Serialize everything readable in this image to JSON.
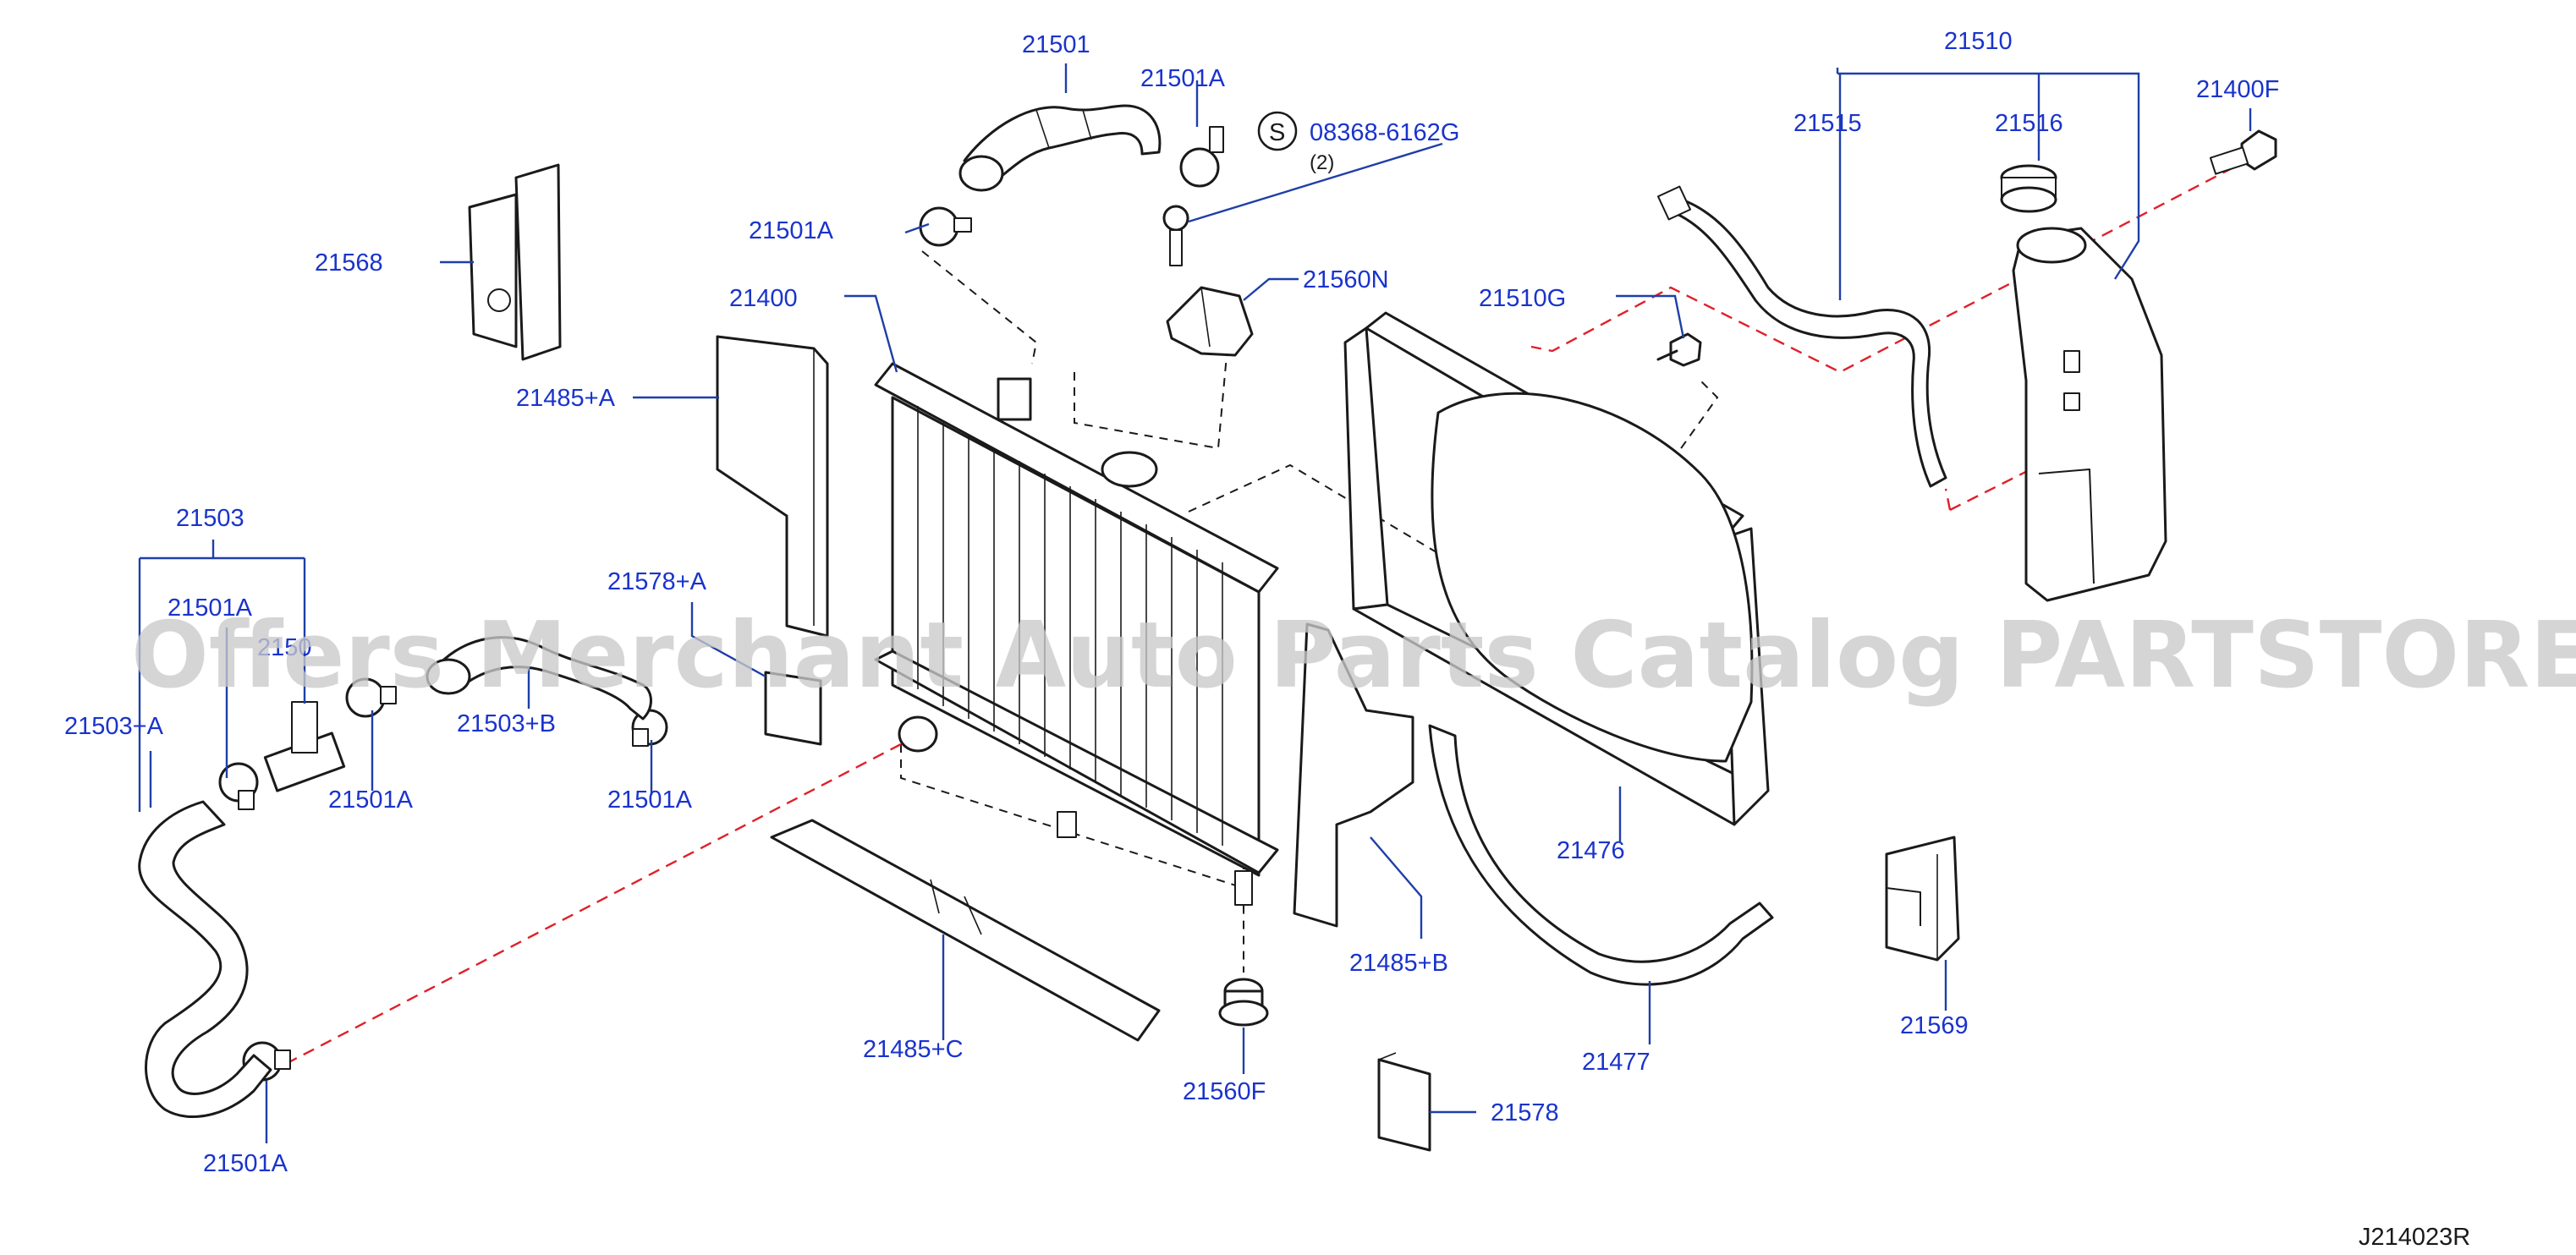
{
  "diagram": {
    "code": "J214023R",
    "watermark": "Offers Merchant Auto Parts Catalog PARTSTORE.SA",
    "screw_symbol": "S",
    "screw_qty": "(2)",
    "labels": {
      "p21501": "21501",
      "p21501a_top": "21501A",
      "p08368": "08368-6162G",
      "p21501a_left": "21501A",
      "p21568": "21568",
      "p21400": "21400",
      "p21560n": "21560N",
      "p21485a": "21485+A",
      "p21510": "21510",
      "p21515": "21515",
      "p21516": "21516",
      "p21400f": "21400F",
      "p21510g": "21510G",
      "p21503": "21503",
      "p21501a_grp": "21501A",
      "p21501a_grp2": "2150",
      "p21503a": "21503+A",
      "p21578a": "21578+A",
      "p21503b": "21503+B",
      "p21501a_mid": "21501A",
      "p21501a_mid2": "21501A",
      "p21476": "21476",
      "p21485b": "21485+B",
      "p21485c": "21485+C",
      "p21569": "21569",
      "p21477": "21477",
      "p21560f": "21560F",
      "p21578": "21578",
      "p21501a_bot": "21501A"
    }
  }
}
